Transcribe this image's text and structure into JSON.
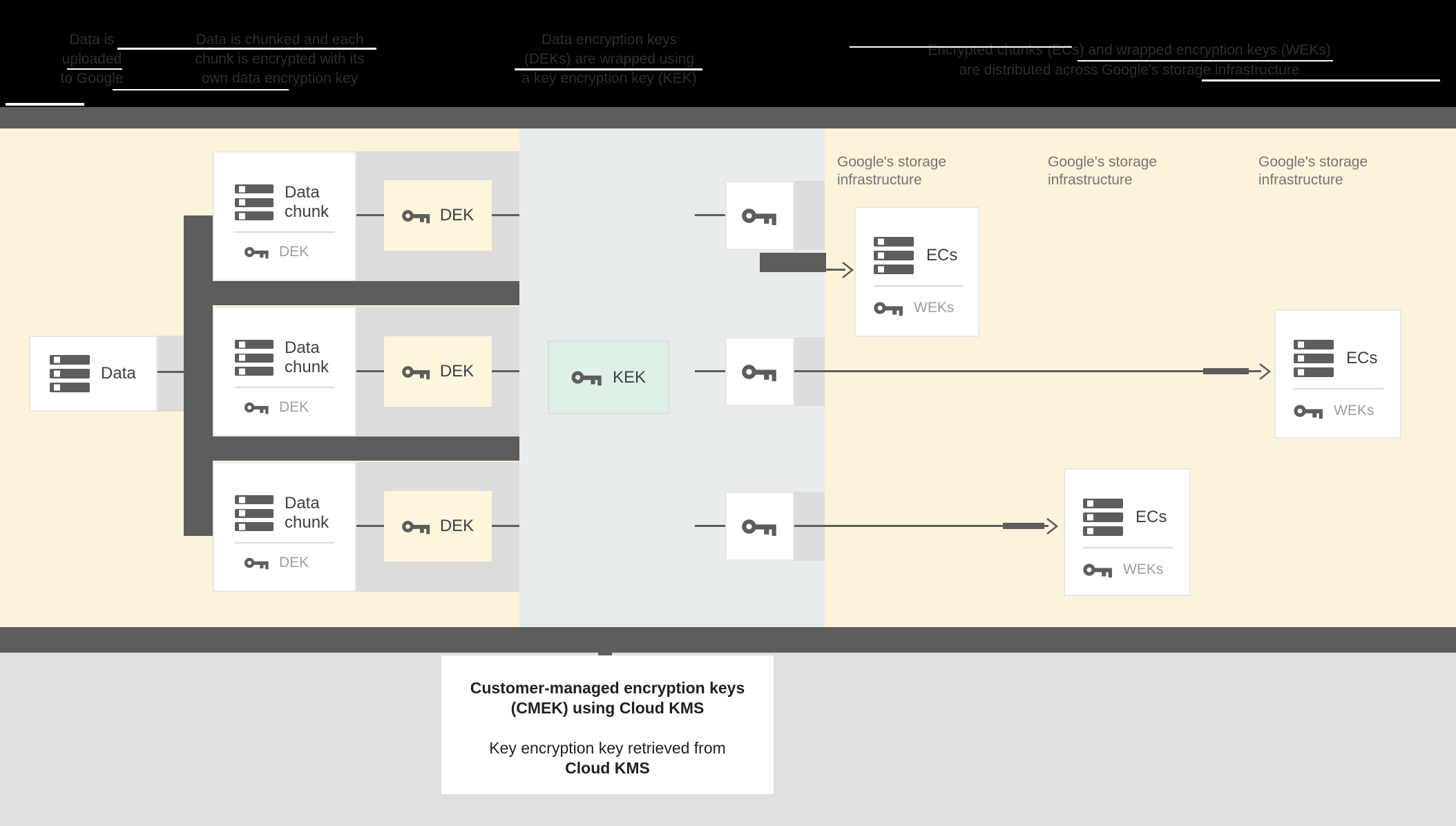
{
  "top": {
    "captions": [
      {
        "lines": [
          "Data is",
          "uploaded",
          "to Google"
        ]
      },
      {
        "lines": [
          "Data is chunked and each",
          "chunk is encrypted with its",
          "own data encryption key"
        ]
      },
      {
        "lines": [
          "Data encryption keys",
          "(DEKs) are wrapped using",
          "a key encryption key (KEK)"
        ]
      },
      {
        "lines": [
          "Encrypted chunks (ECs) and wrapped encryption keys (WEKs)",
          "are distributed across Google's storage infrastructure"
        ]
      }
    ]
  },
  "diagram": {
    "data_box": {
      "label": "Data"
    },
    "chunks": [
      {
        "title_line1": "Data",
        "title_line2": "chunk",
        "key_label": "DEK"
      },
      {
        "title_line1": "Data",
        "title_line2": "chunk",
        "key_label": "DEK"
      },
      {
        "title_line1": "Data",
        "title_line2": "chunk",
        "key_label": "DEK"
      }
    ],
    "dek_boxes": [
      {
        "label": "DEK"
      },
      {
        "label": "DEK"
      },
      {
        "label": "DEK"
      }
    ],
    "kek_box": {
      "label": "KEK"
    },
    "storage_labels": [
      {
        "line1": "Google's storage",
        "line2": "infrastructure"
      },
      {
        "line1": "Google's storage",
        "line2": "infrastructure"
      },
      {
        "line1": "Google's storage",
        "line2": "infrastructure"
      }
    ],
    "ecs_boxes": [
      {
        "title": "ECs",
        "key_label": "WEKs"
      },
      {
        "title": "ECs",
        "key_label": "WEKs"
      },
      {
        "title": "ECs",
        "key_label": "WEKs"
      }
    ]
  },
  "footer": {
    "line1": "Customer-managed encryption keys",
    "line2": "(CMEK) using Cloud KMS",
    "line3": "Key encryption key retrieved from",
    "line4": "Cloud KMS"
  },
  "colors": {
    "yellow_region": "#fcf3da",
    "kms_region": "#e8eced",
    "band_gray": "#dcdcdc",
    "dark_gray": "#5d5d5d",
    "dek_cream": "#fdf5dc",
    "kek_mint": "#dff0e7",
    "footer_bg": "#e0e0e0",
    "label_gray": "#9e9e9e",
    "storage_label_gray": "#757575"
  }
}
